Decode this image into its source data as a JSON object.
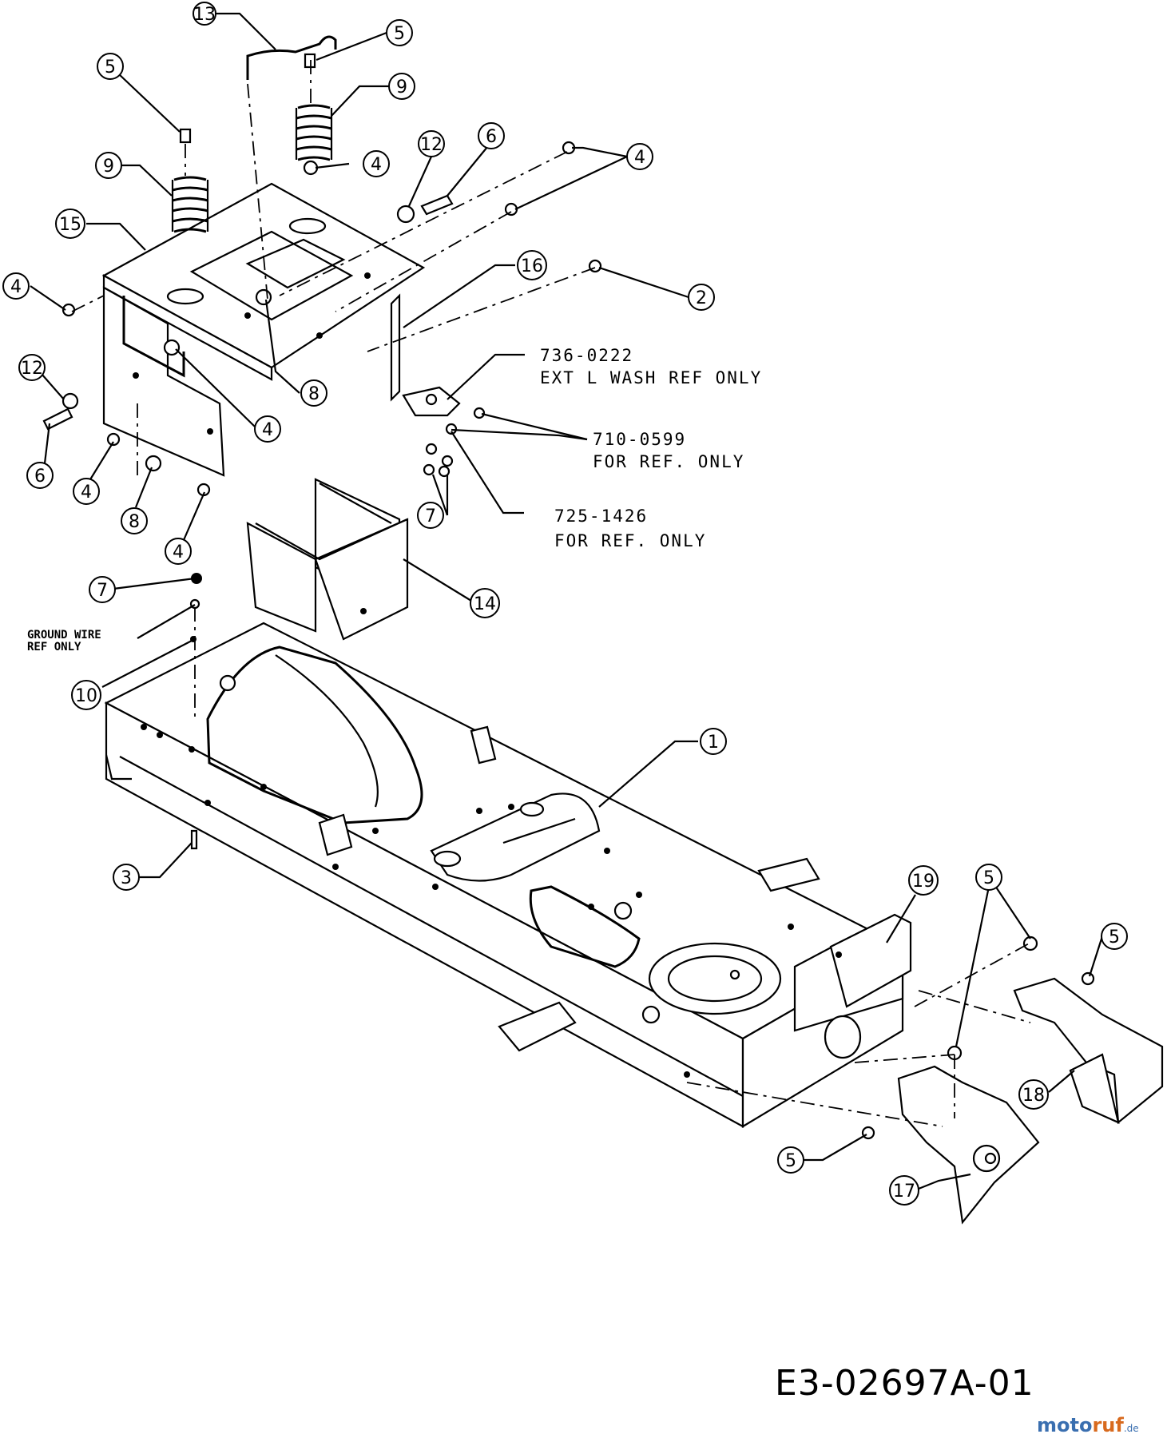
{
  "diagram": {
    "callouts": [
      {
        "id": "c13",
        "label": "13"
      },
      {
        "id": "c5a",
        "label": "5"
      },
      {
        "id": "c5b",
        "label": "5"
      },
      {
        "id": "c9a",
        "label": "9"
      },
      {
        "id": "c9b",
        "label": "9"
      },
      {
        "id": "c4a",
        "label": "4"
      },
      {
        "id": "c12a",
        "label": "12"
      },
      {
        "id": "c6a",
        "label": "6"
      },
      {
        "id": "c4b",
        "label": "4"
      },
      {
        "id": "c15",
        "label": "15"
      },
      {
        "id": "c16",
        "label": "16"
      },
      {
        "id": "c2",
        "label": "2"
      },
      {
        "id": "c4c",
        "label": "4"
      },
      {
        "id": "c12b",
        "label": "12"
      },
      {
        "id": "c8a",
        "label": "8"
      },
      {
        "id": "c4d",
        "label": "4"
      },
      {
        "id": "c6b",
        "label": "6"
      },
      {
        "id": "c4e",
        "label": "4"
      },
      {
        "id": "c8b",
        "label": "8"
      },
      {
        "id": "c4f",
        "label": "4"
      },
      {
        "id": "c7a",
        "label": "7"
      },
      {
        "id": "c14",
        "label": "14"
      },
      {
        "id": "c7b",
        "label": "7"
      },
      {
        "id": "c10",
        "label": "10"
      },
      {
        "id": "c1",
        "label": "1"
      },
      {
        "id": "c3",
        "label": "3"
      },
      {
        "id": "c19",
        "label": "19"
      },
      {
        "id": "c5c",
        "label": "5"
      },
      {
        "id": "c5d",
        "label": "5"
      },
      {
        "id": "c18",
        "label": "18"
      },
      {
        "id": "c5e",
        "label": "5"
      },
      {
        "id": "c17",
        "label": "17"
      }
    ],
    "notes": {
      "n736_code": "736-0222",
      "n736_desc": "EXT L WASH REF ONLY",
      "n710_code": "710-0599",
      "n710_desc": "FOR REF. ONLY",
      "n725_code": "725-1426",
      "n725_desc": "FOR REF. ONLY",
      "ground_1": "GROUND WIRE",
      "ground_2": "REF ONLY"
    },
    "drawing_code": "E3-02697A-01",
    "watermark": {
      "part1": "moto",
      "part2": "ruf",
      "part3": ".de"
    }
  }
}
